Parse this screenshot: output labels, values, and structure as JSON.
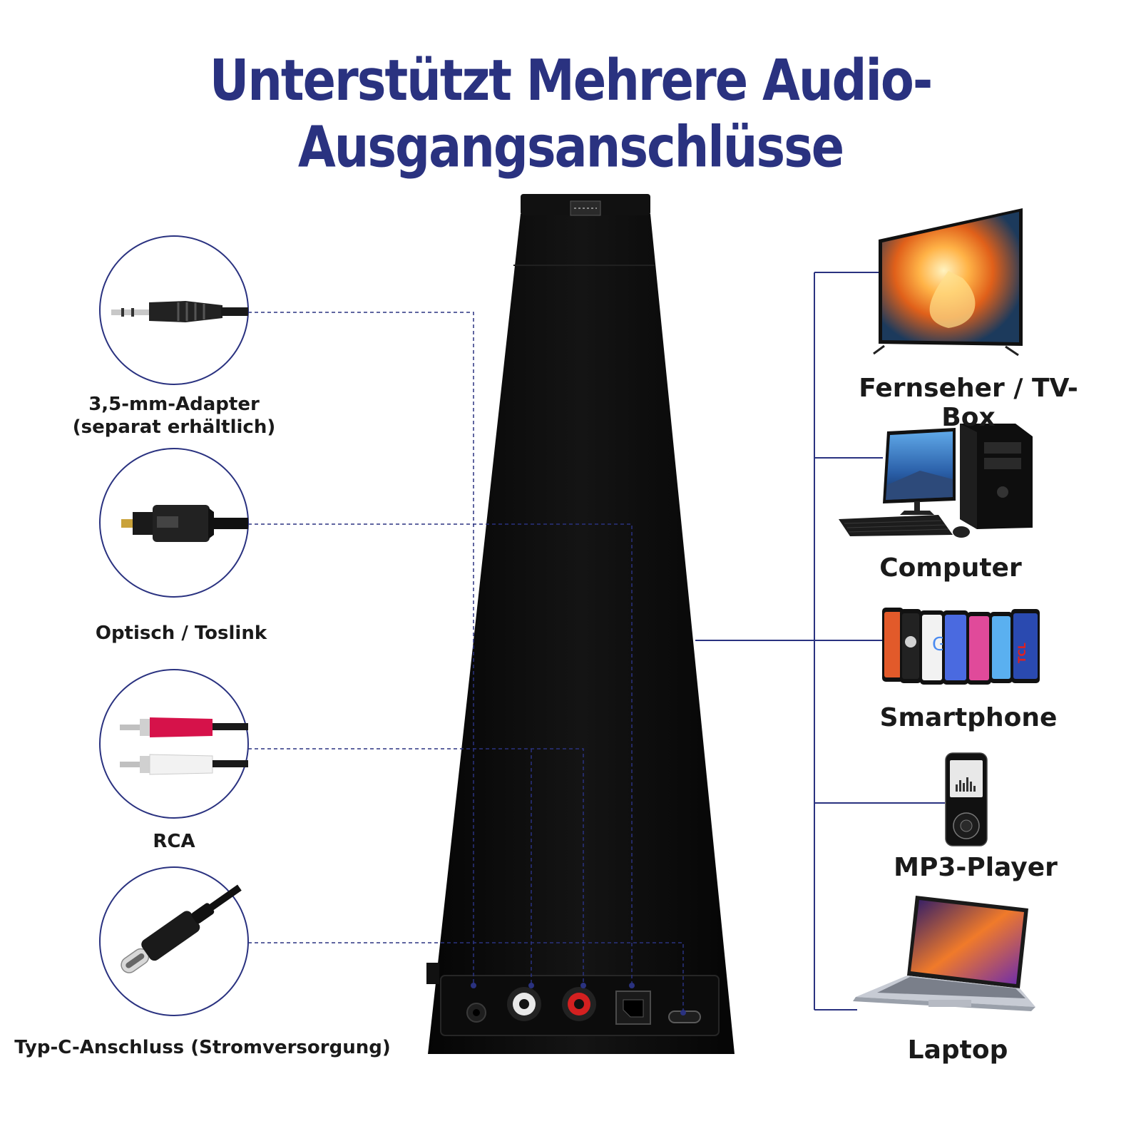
{
  "title": "Unterstützt Mehrere Audio-Ausgangsanschlüsse",
  "inputs": [
    {
      "line1": "3,5-mm-Adapter",
      "line2": "(separat erhältlich)"
    },
    {
      "line1": "Optisch / Toslink",
      "line2": ""
    },
    {
      "line1": "RCA",
      "line2": ""
    },
    {
      "line1": "Typ-C-Anschluss (Stromversorgung)",
      "line2": ""
    }
  ],
  "devices": [
    "Fernseher / TV-Box",
    "Computer",
    "Smartphone",
    "MP3-Player",
    "Laptop"
  ],
  "colors": {
    "title": "#2a3280",
    "line": "#2a3280",
    "device_body": "#0a0a0a"
  },
  "icons": [
    "aux-3.5mm-plug-icon",
    "optical-toslink-plug-icon",
    "rca-plug-icon",
    "usb-c-plug-icon",
    "tv-icon",
    "desktop-computer-icon",
    "smartphones-icon",
    "mp3-player-icon",
    "laptop-icon"
  ]
}
